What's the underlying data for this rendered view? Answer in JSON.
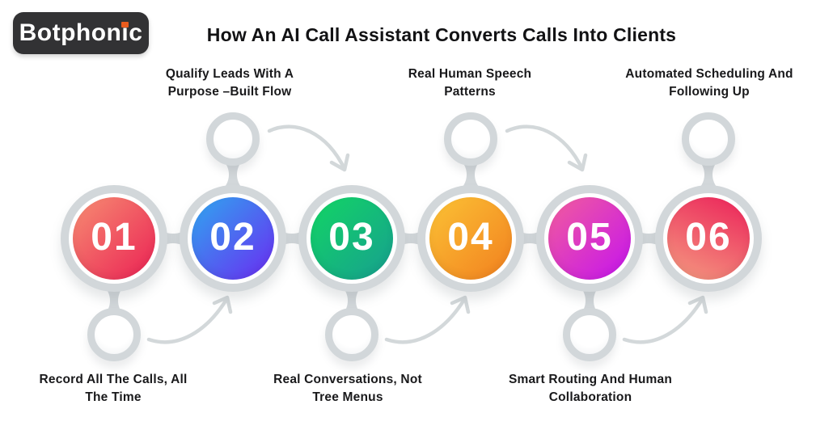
{
  "logo": {
    "brand_pre": "Botphon",
    "brand_i": "i",
    "brand_post": "c",
    "background": "#323234",
    "text_color": "#ffffff",
    "dot_color": "#e95c1e"
  },
  "header": {
    "title": "How An AI Call Assistant Converts Calls Into Clients"
  },
  "steps": [
    {
      "number": "01",
      "label_line1": "Record All The Calls, All",
      "label_line2": "The Time",
      "label_position": "bottom",
      "gradient": {
        "direction": "135deg",
        "start": "#f68d72",
        "end": "#eb2154"
      }
    },
    {
      "number": "02",
      "label_line1": "Qualify Leads With A",
      "label_line2": "Purpose –Built Flow",
      "label_position": "top",
      "gradient": {
        "direction": "135deg",
        "start": "#2fa7ef",
        "end": "#6b2bf2"
      }
    },
    {
      "number": "03",
      "label_line1": "Real Conversations, Not",
      "label_line2": "Tree Menus",
      "label_position": "bottom",
      "gradient": {
        "direction": "135deg",
        "start": "#12d564",
        "end": "#179f90"
      }
    },
    {
      "number": "04",
      "label_line1": "Real Human Speech",
      "label_line2": "Patterns",
      "label_position": "top",
      "gradient": {
        "direction": "135deg",
        "start": "#fbc235",
        "end": "#f2801f"
      }
    },
    {
      "number": "05",
      "label_line1": "Smart Routing And Human",
      "label_line2": "Collaboration",
      "label_position": "bottom",
      "gradient": {
        "direction": "135deg",
        "start": "#f25d9c",
        "end": "#c513ef"
      }
    },
    {
      "number": "06",
      "label_line1": "Automated Scheduling And",
      "label_line2": "Following Up",
      "label_position": "top",
      "gradient": {
        "direction": "205deg",
        "start": "#eb2159",
        "end": "#f59c81"
      }
    }
  ],
  "colors": {
    "ring": "#d2d7da",
    "arrow": "#d3d8da",
    "background": "#ffffff",
    "label_text": "#19191b",
    "title_text": "#121214"
  }
}
